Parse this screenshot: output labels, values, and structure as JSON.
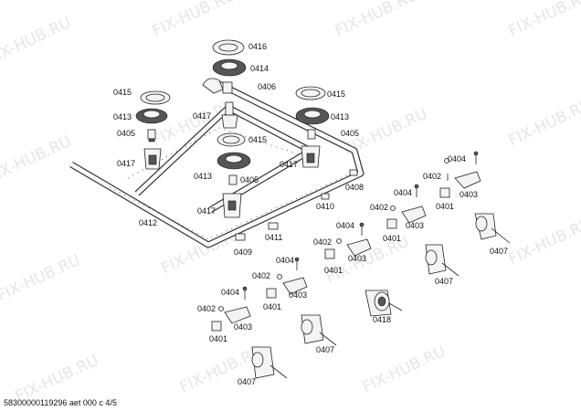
{
  "watermark": "FIX-HUB.RU",
  "footer": "58300000119296 aet 000 c 4/5",
  "labels": {
    "l0416": "0416",
    "l0414": "0414",
    "l0406": "0406",
    "l0415a": "0415",
    "l0415b": "0415",
    "l0415c": "0415",
    "l0413a": "0413",
    "l0413b": "0413",
    "l0413c": "0413",
    "l0405a": "0405",
    "l0405b": "0405",
    "l0405c": "0405",
    "l0417a": "0417",
    "l0417b": "0417",
    "l0417c": "0417",
    "l0417d": "0417",
    "l0412": "0412",
    "l0409": "0409",
    "l0411": "0411",
    "l0410": "0410",
    "l0408": "0408",
    "l0418": "0418",
    "g1_0404": "0404",
    "g1_0402": "0402",
    "g1_0401": "0401",
    "g1_0403": "0403",
    "g1_0407": "0407",
    "g2_0404": "0404",
    "g2_0402": "0402",
    "g2_0401": "0401",
    "g2_0403": "0403",
    "g3_0404": "0404",
    "g3_0402": "0402",
    "g3_0401": "0401",
    "g3_0403": "0403",
    "g3_0407": "0407",
    "g4_0404": "0404",
    "g4_0402": "0402",
    "g4_0401": "0401",
    "g4_0403": "0403",
    "g4_0407": "0407",
    "g5_0404": "0404",
    "g5_0402": "0402",
    "g5_0401": "0401",
    "g5_0403": "0403",
    "g5_0407": "0407"
  }
}
